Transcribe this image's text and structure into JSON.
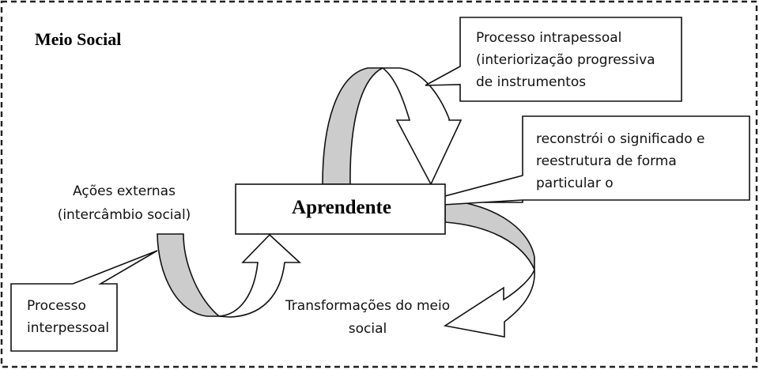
{
  "frame": {
    "title": "Meio Social",
    "border_style": "dashed"
  },
  "center_box": {
    "label": "Aprendente"
  },
  "callouts": {
    "intrapersonal": {
      "lines": [
        "Processo intrapessoal",
        "(interiorização progressiva",
        "de instrumentos"
      ]
    },
    "reconstruction": {
      "lines": [
        "reconstrói o significado e",
        "reestrutura de forma",
        "particular o"
      ]
    },
    "interpersonal": {
      "lines": [
        "Processo",
        "interpessoal"
      ]
    }
  },
  "labels": {
    "external_actions": [
      "Ações externas",
      "(intercâmbio social)"
    ],
    "social_transformations": [
      "Transformações do meio",
      "social"
    ]
  },
  "colors": {
    "arrow_shade": "#cccccc",
    "outline": "#111111",
    "background": "#ffffff"
  }
}
